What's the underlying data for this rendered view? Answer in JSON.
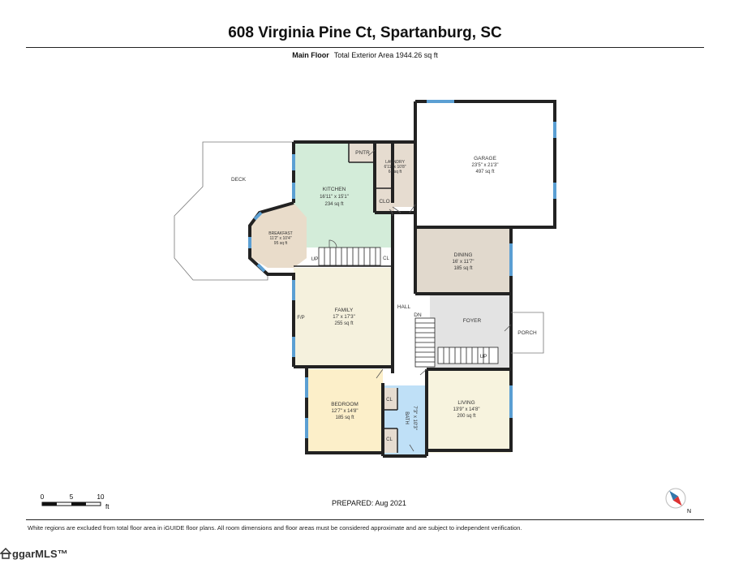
{
  "header": {
    "title": "608 Virginia Pine Ct, Spartanburg, SC",
    "floor": "Main Floor",
    "area": "Total Exterior Area 1944.26 sq ft"
  },
  "rooms": {
    "deck": {
      "name": "DECK"
    },
    "kitchen": {
      "name": "KITCHEN",
      "dims": "16'11\" x 15'1\"",
      "area": "234 sq ft"
    },
    "pntr": {
      "name": "PNTR"
    },
    "laundry": {
      "name": "LAUNDRY",
      "dims": "6'11\" x 10'8\"",
      "area": "64 sq ft"
    },
    "clo": {
      "name": "CLO"
    },
    "garage": {
      "name": "GARAGE",
      "dims": "23'5\" x 21'3\"",
      "area": "497 sq ft"
    },
    "breakfast": {
      "name": "BREAKFAST",
      "dims": "11'2\" x 10'4\"",
      "area": "95 sq ft"
    },
    "dining": {
      "name": "DINING",
      "dims": "16' x 11'7\"",
      "area": "185 sq ft"
    },
    "family": {
      "name": "FAMILY",
      "dims": "17' x 17'3\"",
      "area": "255 sq ft"
    },
    "hall": {
      "name": "HALL"
    },
    "foyer": {
      "name": "FOYER"
    },
    "porch": {
      "name": "PORCH"
    },
    "bedroom": {
      "name": "BEDROOM",
      "dims": "12'7\" x 14'8\"",
      "area": "185 sq ft"
    },
    "bath": {
      "name": "BATH",
      "dims": "7'3\" x 10'3\""
    },
    "living": {
      "name": "LIVING",
      "dims": "13'9\" x 14'8\"",
      "area": "200 sq ft"
    }
  },
  "labels": {
    "up_upper": "UP",
    "cl_upper": "CL",
    "fp": "F/P",
    "dn": "DN",
    "up_lower": "UP",
    "cl_bath1": "CL",
    "cl_bath2": "CL"
  },
  "scale": {
    "t0": "0",
    "t5": "5",
    "t10": "10",
    "unit": "ft"
  },
  "prepared": "PREPARED:  Aug 2021",
  "compass": {
    "north": "N"
  },
  "disclaimer": "White regions are excluded from total floor area in iGUIDE floor plans. All room dimensions and floor areas must be considered approximate and are subject to independent verification.",
  "watermark": "ggarMLS™",
  "colors": {
    "kitchen": "#d3ecd9",
    "garage": "#ffffff",
    "laundry": "#e6dcd0",
    "breakfast": "#e9dcca",
    "dining": "#e1d9cd",
    "family": "#f5f1dd",
    "foyer": "#e3e3e3",
    "bedroom": "#fcefc9",
    "bath": "#bfe0f7",
    "living": "#f7f3de",
    "window": "#5b9fd3",
    "wall": "#222222"
  }
}
